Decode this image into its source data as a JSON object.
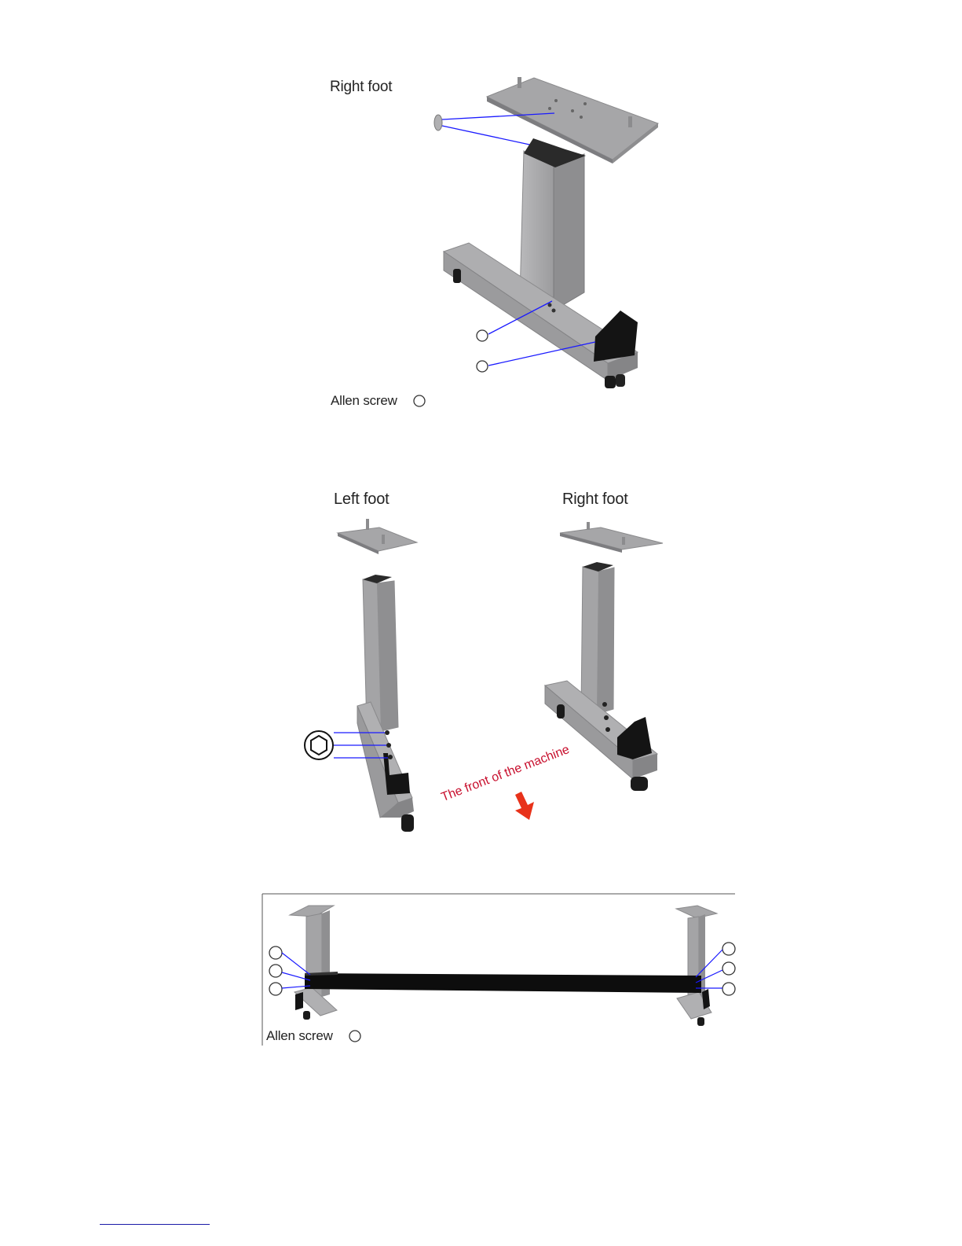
{
  "figure1": {
    "title": "Right foot",
    "legend_label": "Allen screw"
  },
  "figure2": {
    "left_title": "Left foot",
    "right_title": "Right foot",
    "front_label": "The front of the machine"
  },
  "figure3": {
    "legend_label": "Allen screw"
  },
  "colors": {
    "metal": "#a4a4a6",
    "metal_dark": "#7f7f82",
    "metal_light": "#c2c2c4",
    "bracket": "#111111",
    "callout_line": "#1a1aff",
    "front_label": "#c8102e",
    "arrow": "#e8321a"
  },
  "icons": {
    "screw_symbol": "circle-outline",
    "hex_key": "hexagon-in-circle",
    "direction": "arrow-down-right"
  }
}
